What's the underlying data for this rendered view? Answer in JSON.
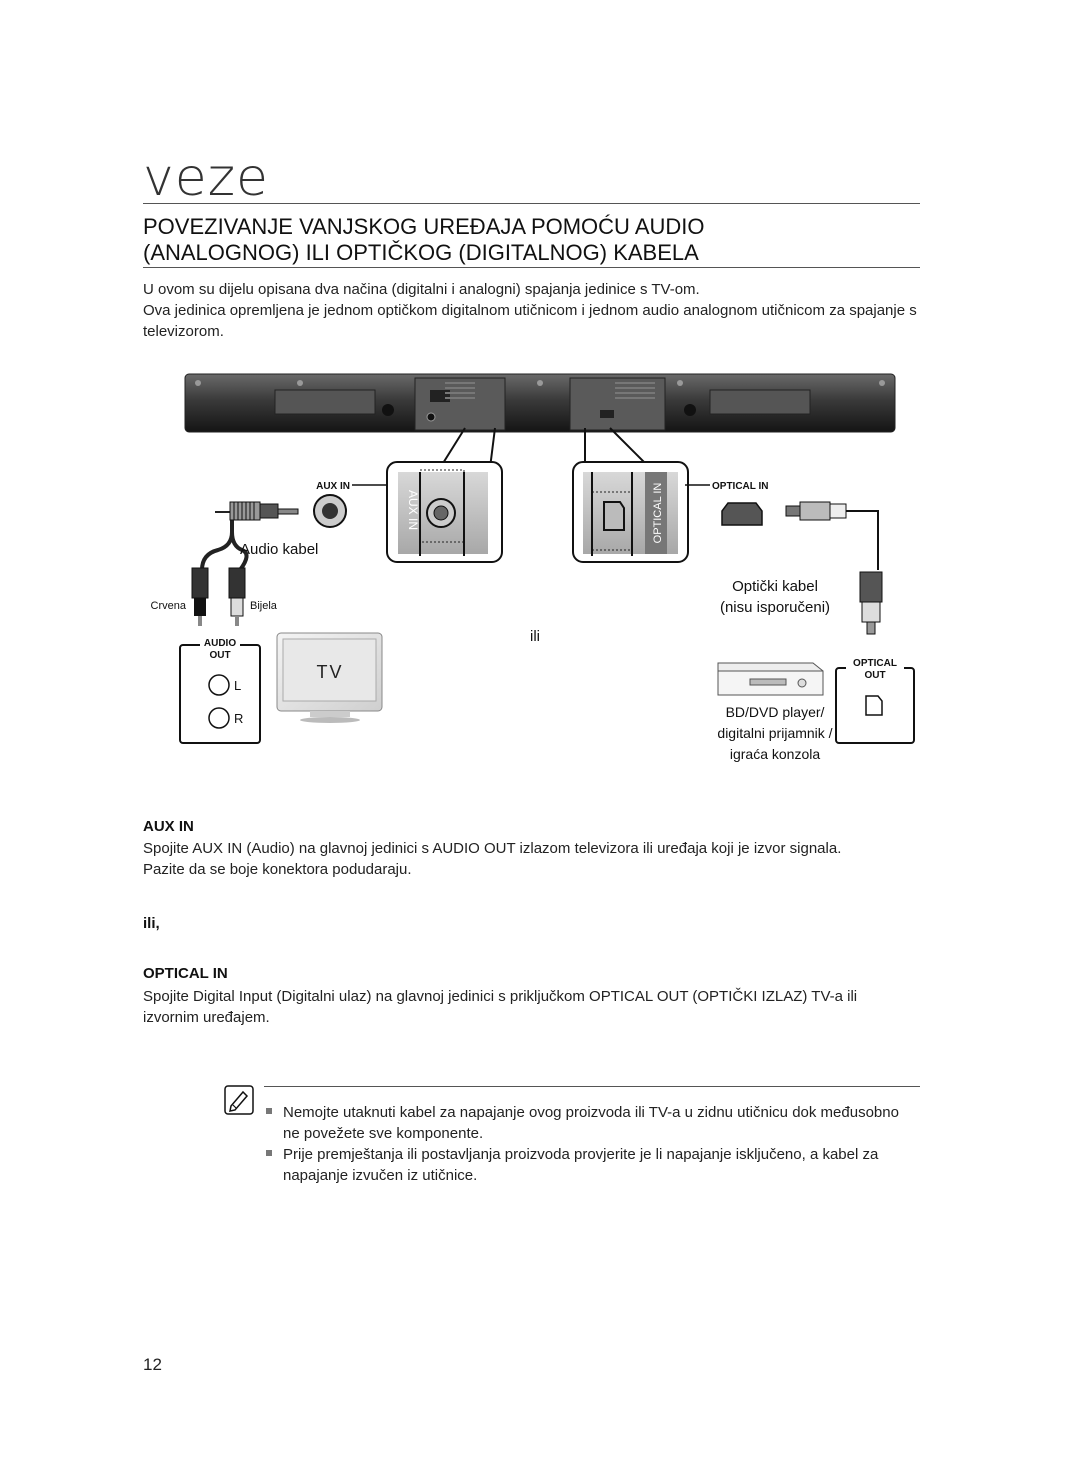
{
  "page": {
    "section_title": "veze",
    "heading_line1": "POVEZIVANJE VANJSKOG UREĐAJA POMOĆU AUDIO",
    "heading_line2": "(ANALOGNOG) ILI OPTIČKOG (DIGITALNOG) KABELA",
    "intro_line1": "U ovom su dijelu opisana dva načina (digitalni i analogni) spajanja jedinice s TV-om.",
    "intro_line2": "Ova jedinica opremljena je jednom optičkom digitalnom utičnicom i jednom audio analognom utičnicom za spajanje s televizorom.",
    "page_number": "12"
  },
  "diagram": {
    "aux_in_label": "AUX IN",
    "optical_in_label": "OPTICAL IN",
    "aux_in_vertical": "AUX IN",
    "optical_in_vertical": "OPTICAL IN",
    "audio_cable": "Audio kabel",
    "red": "Crvena",
    "white": "Bijela",
    "audio_out_line1": "AUDIO",
    "audio_out_line2": "OUT",
    "left": "L",
    "right": "R",
    "tv": "TV",
    "or": "ili",
    "optical_cable_line1": "Optički kabel",
    "optical_cable_line2": "(nisu isporučeni)",
    "optical_out_line1": "OPTICAL",
    "optical_out_line2": "OUT",
    "device_line1": "BD/DVD player/",
    "device_line2": "digitalni prijamnik /",
    "device_line3": "igraća konzola"
  },
  "aux_section": {
    "title": "AUX IN",
    "line1": "Spojite AUX IN (Audio) na glavnoj jedinici s AUDIO OUT izlazom televizora ili uređaja koji je izvor signala.",
    "line2": "Pazite da se boje konektora podudaraju."
  },
  "or_text": "ili,",
  "optical_section": {
    "title": "OPTICAL IN",
    "line1": "Spojite Digital Input (Digitalni ulaz) na glavnoj jedinici s priključkom OPTICAL OUT (OPTIČKI IZLAZ) TV-a ili izvornim uređajem."
  },
  "notes": {
    "icon": "note-pencil-icon",
    "item1": "Nemojte utaknuti kabel za napajanje ovog proizvoda ili TV-a u zidnu utičnicu dok međusobno ne povežete sve komponente.",
    "item2": "Prije premještanja ili postavljanja proizvoda provjerite je li napajanje isključeno, a kabel za napajanje izvučen iz utičnice."
  }
}
